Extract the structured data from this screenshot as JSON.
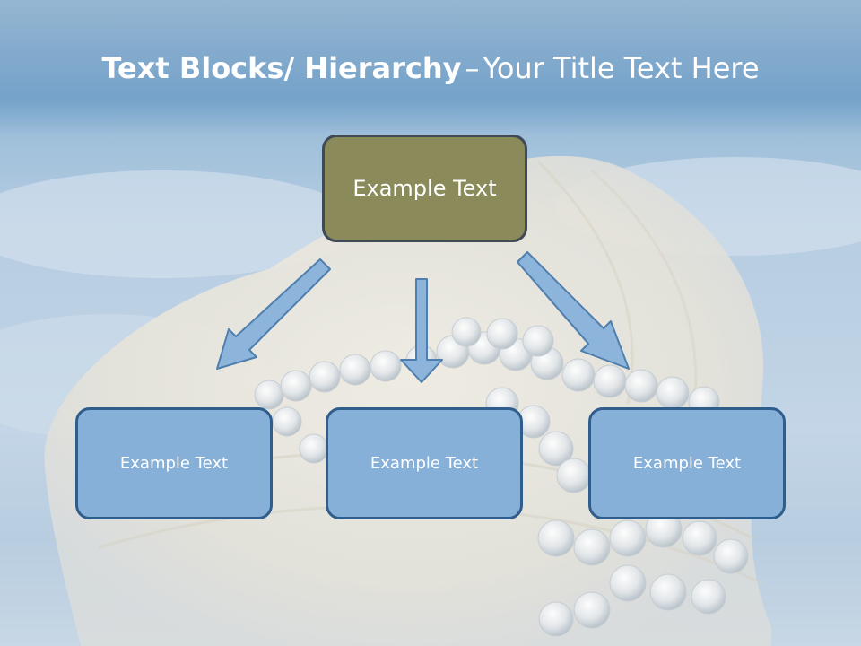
{
  "title": {
    "bold": "Text Blocks/ Hierarchy",
    "dash": "–",
    "rest": "Your Title Text Here"
  },
  "hierarchy": {
    "top": {
      "label": "Example Text"
    },
    "children": [
      {
        "label": "Example Text"
      },
      {
        "label": "Example Text"
      },
      {
        "label": "Example Text"
      }
    ]
  },
  "colors": {
    "top_fill": "#8a8a5a",
    "child_fill": "#86b0d8",
    "arrow_fill": "#8db4da",
    "arrow_stroke": "#4f7fae"
  }
}
